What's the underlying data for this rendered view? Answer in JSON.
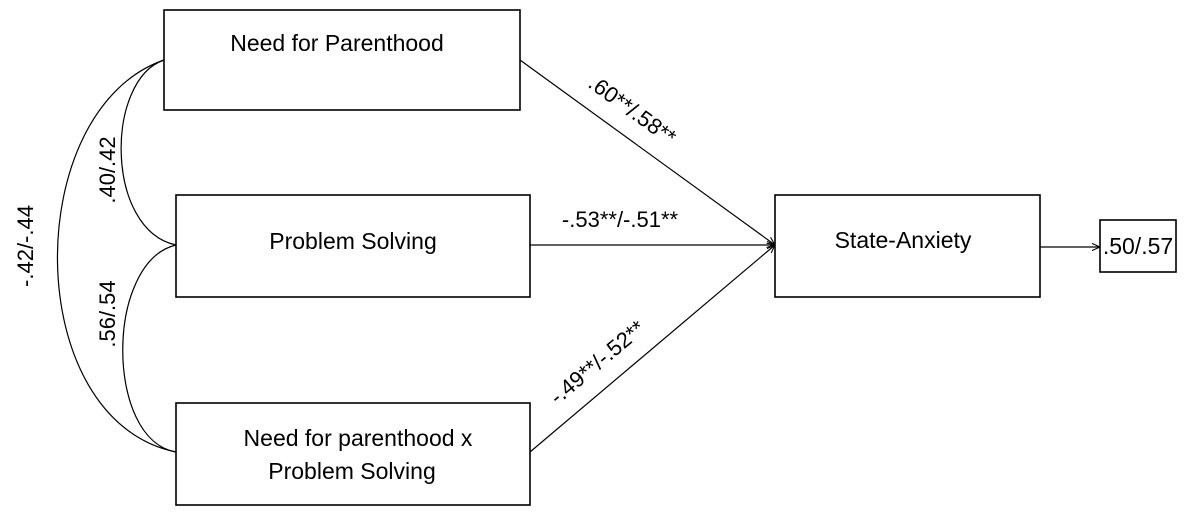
{
  "diagram": {
    "nodes": {
      "need_parenthood": "Need for Parenthood",
      "problem_solving": "Problem Solving",
      "interaction_line1": "Need for parenthood x",
      "interaction_line2": "Problem Solving",
      "state_anxiety": "State-Anxiety",
      "r_squared": ".50/.57"
    },
    "paths": {
      "need_to_anxiety": ".60**/.58**",
      "problem_to_anxiety": "-.53**/-.51**",
      "interaction_to_anxiety": "-.49**/-.52**"
    },
    "correlations": {
      "need_problem": ".40/.42",
      "problem_interaction": ".56/.54",
      "need_interaction": "-.42/-.44"
    }
  }
}
